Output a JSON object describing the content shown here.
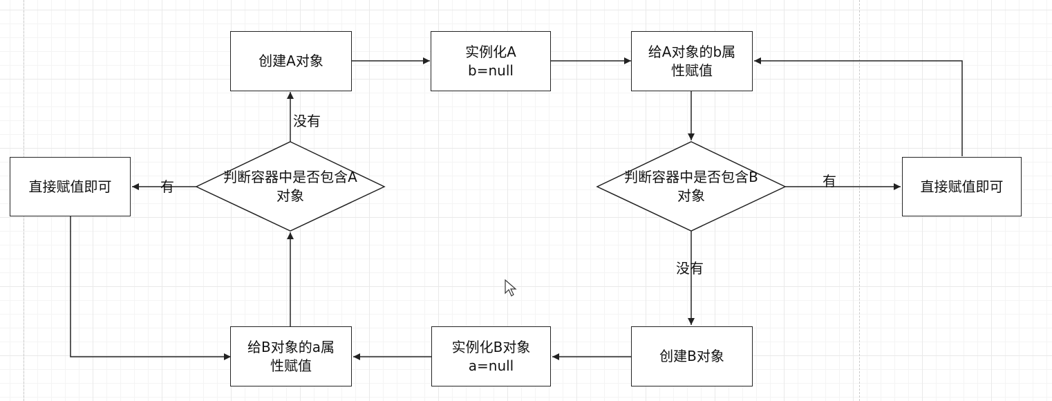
{
  "nodes": {
    "create_a": "创建A对象",
    "instantiate_a": "实例化A\nb=null",
    "assign_b_attr": "给A对象的b属\n性赋值",
    "check_a": "判断容器中是否包含A\n对象",
    "check_b": "判断容器中是否包含B\n对象",
    "direct_assign_left": "直接赋值即可",
    "direct_assign_right": "直接赋值即可",
    "assign_a_attr": "给B对象的a属\n性赋值",
    "instantiate_b": "实例化B对象\na=null",
    "create_b": "创建B对象"
  },
  "edge_labels": {
    "check_a_no": "没有",
    "check_a_yes": "有",
    "check_b_no": "没有",
    "check_b_yes": "有"
  },
  "colors": {
    "stroke": "#222222",
    "grid": "#e9e9e9",
    "background": "#ffffff"
  }
}
